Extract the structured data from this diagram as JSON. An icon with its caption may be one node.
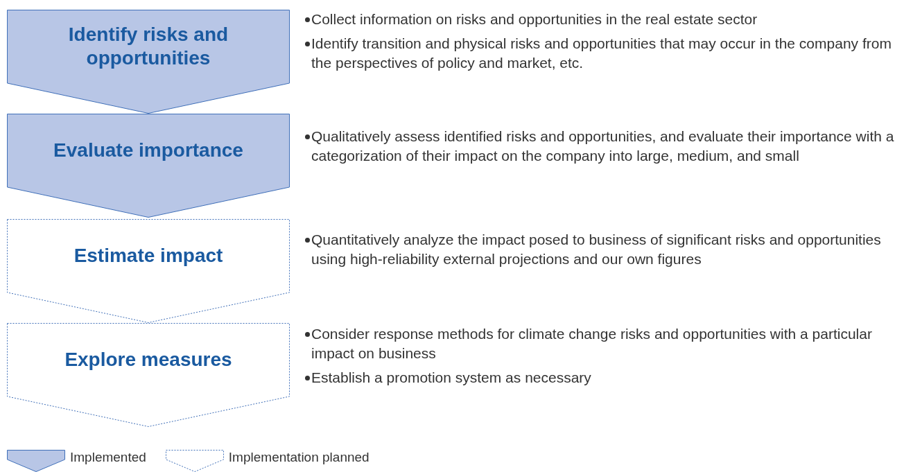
{
  "diagram": {
    "nodes": [
      {
        "text": [
          "Identify risks and opportunities"
        ],
        "beside": [
          "Collect information on risks and opportunities in the real estate sector",
          "Identify transition and physical risks and opportunities that may occur in the company from the perspectives of policy and market, etc."
        ]
      },
      {
        "text": [
          "Evaluate importance"
        ],
        "beside": [
          "Qualitatively assess identified risks and opportunities, and evaluate their importance with a categorization of their impact on the company into large, medium, and small"
        ]
      },
      {
        "text": [
          "Estimate impact"
        ],
        "beside": [
          "Quantitatively analyze the impact posed to business of significant risks and opportunities using high-reliability external projections and our own figures"
        ]
      },
      {
        "text": [
          "Explore measures"
        ],
        "beside": [
          "Consider response methods for climate change risks and opportunities with a particular impact on business",
          "Establish a promotion system as necessary"
        ]
      }
    ],
    "legend": [
      {
        "text": "Implemented",
        "color": "#b8c6e6"
      },
      {
        "text": "Implementation planned"
      }
    ]
  }
}
